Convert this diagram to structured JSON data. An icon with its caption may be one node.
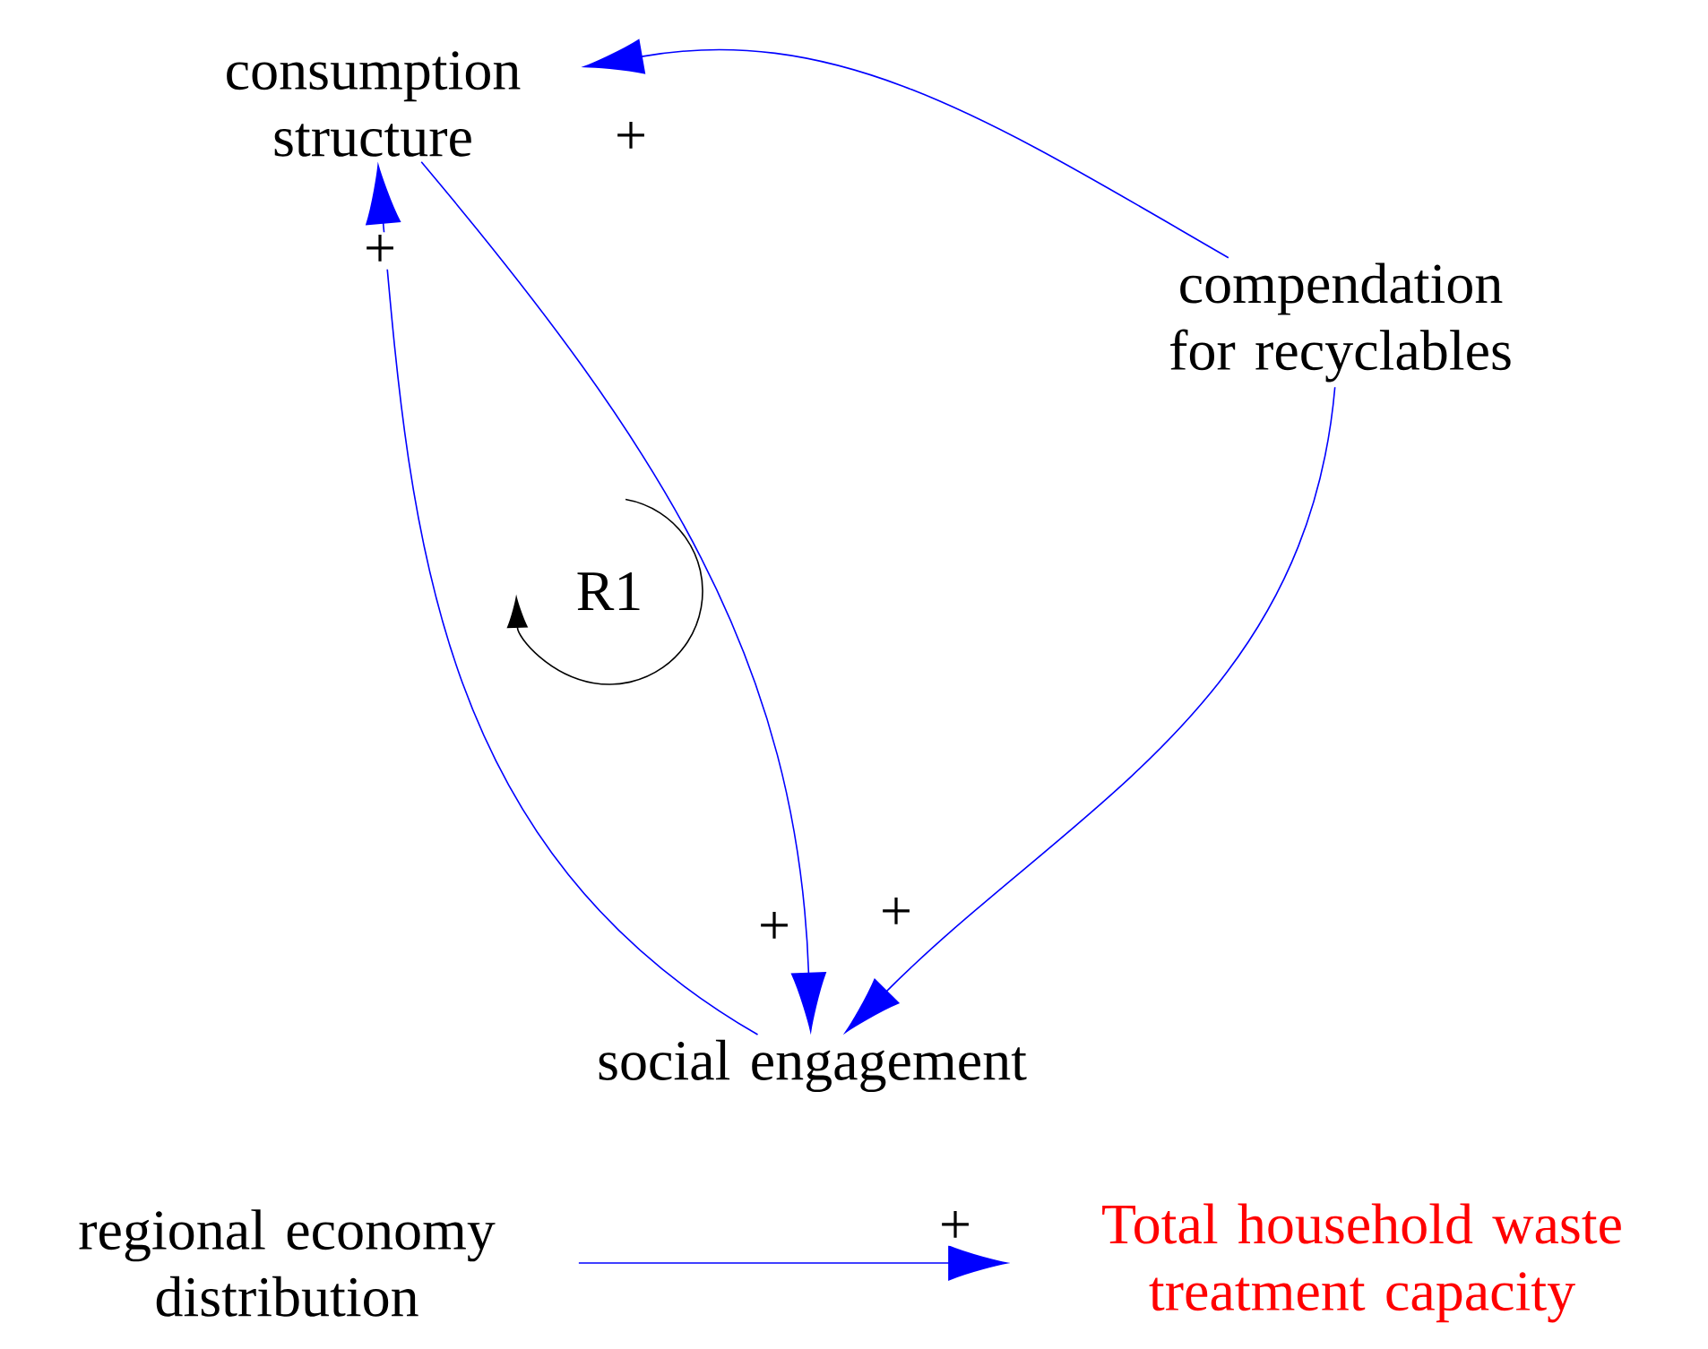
{
  "diagram": {
    "nodes": [
      {
        "text": [
          "consumption structure"
        ]
      },
      {
        "text": [
          "compendation for recyclables"
        ]
      },
      {
        "text": [
          "social engagement"
        ]
      },
      {
        "text": [
          "regional economy distribution"
        ]
      },
      {
        "text": [
          "Total household waste treatment capacity"
        ]
      }
    ],
    "edges": [
      {
        "from": 1,
        "to": 0,
        "arrow": "to",
        "label": "+"
      },
      {
        "from": 0,
        "to": 2,
        "arrow": "to",
        "label": "+"
      },
      {
        "from": 1,
        "to": 2,
        "arrow": "to",
        "label": "+"
      },
      {
        "from": 2,
        "to": 0,
        "arrow": "to",
        "label": "+"
      },
      {
        "from": 3,
        "to": 4,
        "arrow": "to",
        "label": "+"
      }
    ],
    "labels": [
      "R1"
    ]
  }
}
